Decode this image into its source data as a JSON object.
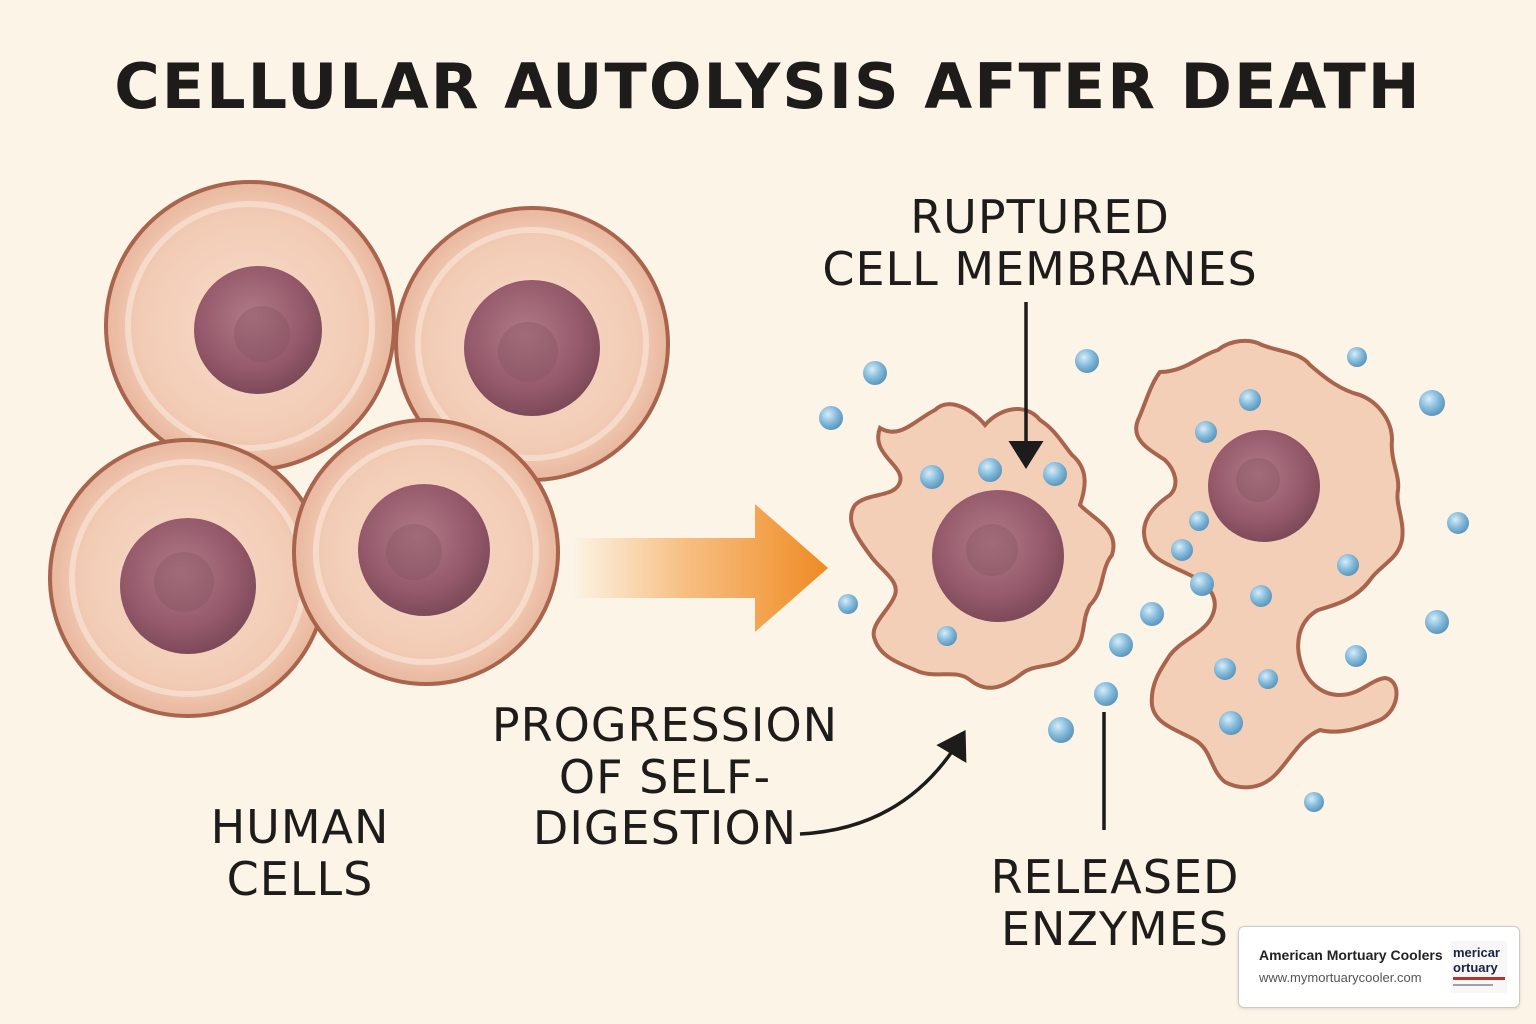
{
  "title": "CELLULAR AUTOLYSIS AFTER DEATH",
  "labels": {
    "human_cells": [
      "HUMAN",
      "CELLS"
    ],
    "progression": [
      "PROGRESSION",
      "OF SELF-",
      "DIGESTION"
    ],
    "ruptured": [
      "RUPTURED",
      "CELL MEMBRANES"
    ],
    "enzymes": [
      "RELEASED",
      "ENZYMES"
    ]
  },
  "badge": {
    "name": "American Mortuary Coolers",
    "url": "www.mymortuarycooler.com",
    "logo_text": [
      "mericar",
      "ortuary"
    ]
  },
  "colors": {
    "background": "#fcf4e6",
    "cell_fill": "#f4cfb8",
    "cell_outline": "#a8644c",
    "nucleus": "#9a6272",
    "arrow": "#f2922e",
    "enzyme": "#7fb6d8",
    "text": "#1e1c1a"
  }
}
